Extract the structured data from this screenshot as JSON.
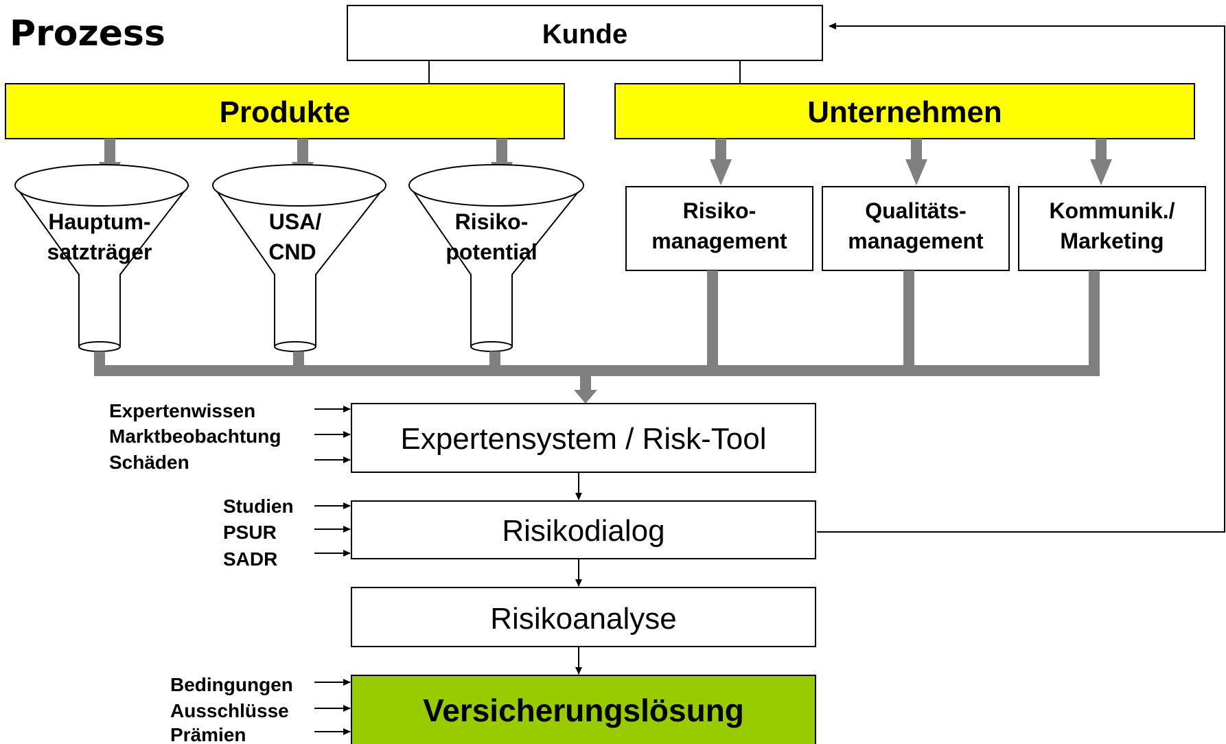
{
  "title": "Prozess",
  "top": {
    "customer": "Kunde",
    "products": "Produkte",
    "company": "Unternehmen"
  },
  "funnels": [
    {
      "line1": "Hauptum-",
      "line2": "satzträger"
    },
    {
      "line1": "USA/",
      "line2": "CND"
    },
    {
      "line1": "Risiko-",
      "line2": "potential"
    }
  ],
  "company_boxes": [
    {
      "line1": "Risiko-",
      "line2": "management"
    },
    {
      "line1": "Qualitäts-",
      "line2": "management"
    },
    {
      "line1": "Kommunik./",
      "line2": "Marketing"
    }
  ],
  "process": {
    "expert_system": "Expertensystem / Risk-Tool",
    "dialog": "Risikodialog",
    "analysis": "Risikoanalyse",
    "solution": "Versicherungslösung"
  },
  "inputs": {
    "expert_system": [
      "Expertenwissen",
      "Marktbeobachtung",
      "Schäden"
    ],
    "dialog": [
      "Studien",
      "PSUR",
      "SADR"
    ],
    "solution": [
      "Bedingungen",
      "Ausschlüsse",
      "Prämien"
    ]
  },
  "colors": {
    "yellow": "#ffff00",
    "green": "#99cc00",
    "connector_gray": "#808080"
  }
}
